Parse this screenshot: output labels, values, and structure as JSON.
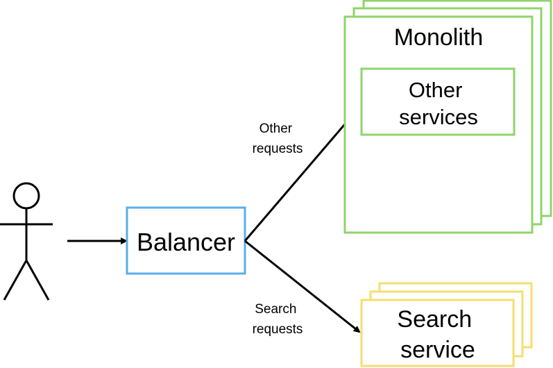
{
  "diagram": {
    "balancer": {
      "label": "Balancer"
    },
    "monolith": {
      "title": "Monolith",
      "inner_label_lines": [
        "Other",
        "services"
      ]
    },
    "search_service": {
      "label_lines": [
        "Search",
        "service"
      ]
    },
    "edges": {
      "other_requests_lines": [
        "Other",
        "requests"
      ],
      "search_requests_lines": [
        "Search",
        "requests"
      ]
    }
  },
  "colors": {
    "balancer_border": "#5aaee8",
    "monolith_border": "#8fd46a",
    "search_border": "#f5de6e",
    "line": "#000000"
  },
  "icons": {
    "user": "stick-figure-icon"
  }
}
